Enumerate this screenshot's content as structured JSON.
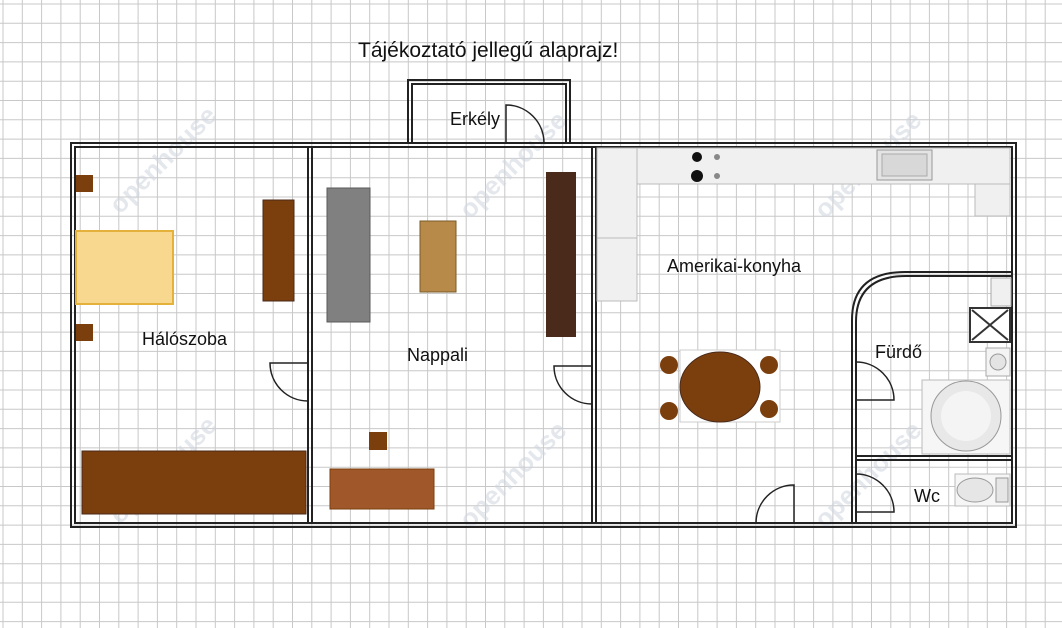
{
  "title": "Tájékoztató jellegű alaprajz!",
  "rooms": {
    "balcony": "Erkély",
    "bedroom": "Hálószoba",
    "living": "Nappali",
    "kitchen": "Amerikai-konyha",
    "bathroom": "Fürdő",
    "wc": "Wc"
  },
  "watermark": "openhouse",
  "colors": {
    "grid": "#c8c8c8",
    "wall": "#222222",
    "bed": "#f8d88f",
    "bed_border": "#e4b23a",
    "brown_dark": "#4a2a1a",
    "brown": "#7b3f0e",
    "brown_mid": "#8b4513",
    "tan": "#b88a4a",
    "table": "#a0572a",
    "sofa": "#808080",
    "counter": "#f0f0f0"
  }
}
